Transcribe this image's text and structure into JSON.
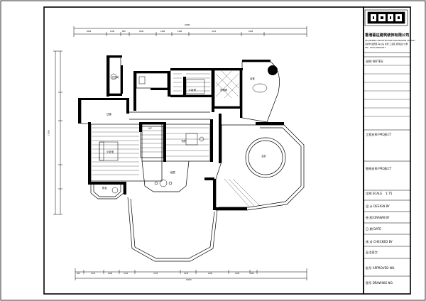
{
  "title_block": {
    "company": "香港喜征建筑装饰有限公司",
    "company_en": "HK JIZHENG ARCHITECTURE DECORATION LIMITED",
    "address": "深圳市 福田区 车公庙 泰然 工业区 装饰设计大厦",
    "phone": "TEL: 0755-83987557",
    "notes_label": "说明  NOTES:",
    "project_label": "工程名称  PROJECT",
    "drawing_name_label": "图纸名称  PROJECT",
    "scale_label": "比例 SCALE",
    "scale_value": "1:75",
    "design_label": "设  计 DESIGN BY",
    "drawn_label": "绘  图 DRAWN BY",
    "date_label": "日  期 DATE",
    "checked_label": "核  对 CHECKED BY",
    "owner_sign_label": "业主签字",
    "approved_label": "批号 APPROVED NO.",
    "drawing_no_label": "图号 DRAWING NO."
  },
  "rooms": {
    "bedroom_a": "小卧室",
    "bedroom_b": "小卧房",
    "toilet": "卫生间",
    "bath": "浴室",
    "study": "书房",
    "master": "主卧",
    "hall": "过道",
    "balcony": "阳台",
    "closet": "衣帽间",
    "living": "起居",
    "stair": "UP"
  },
  "dimensions": {
    "top_total": "16025",
    "bottom_total": "16025",
    "left_total": "11500",
    "top_segments": [
      "2600",
      "1300",
      "800",
      "2500",
      "1400",
      "1460",
      "4115",
      "1600"
    ],
    "bottom_segments": [
      "600",
      "1470",
      "1080",
      "1070",
      "3370",
      "1030",
      "2400",
      "1500",
      "400"
    ]
  },
  "colors": {
    "line": "#000000",
    "paper": "#ffffff"
  }
}
